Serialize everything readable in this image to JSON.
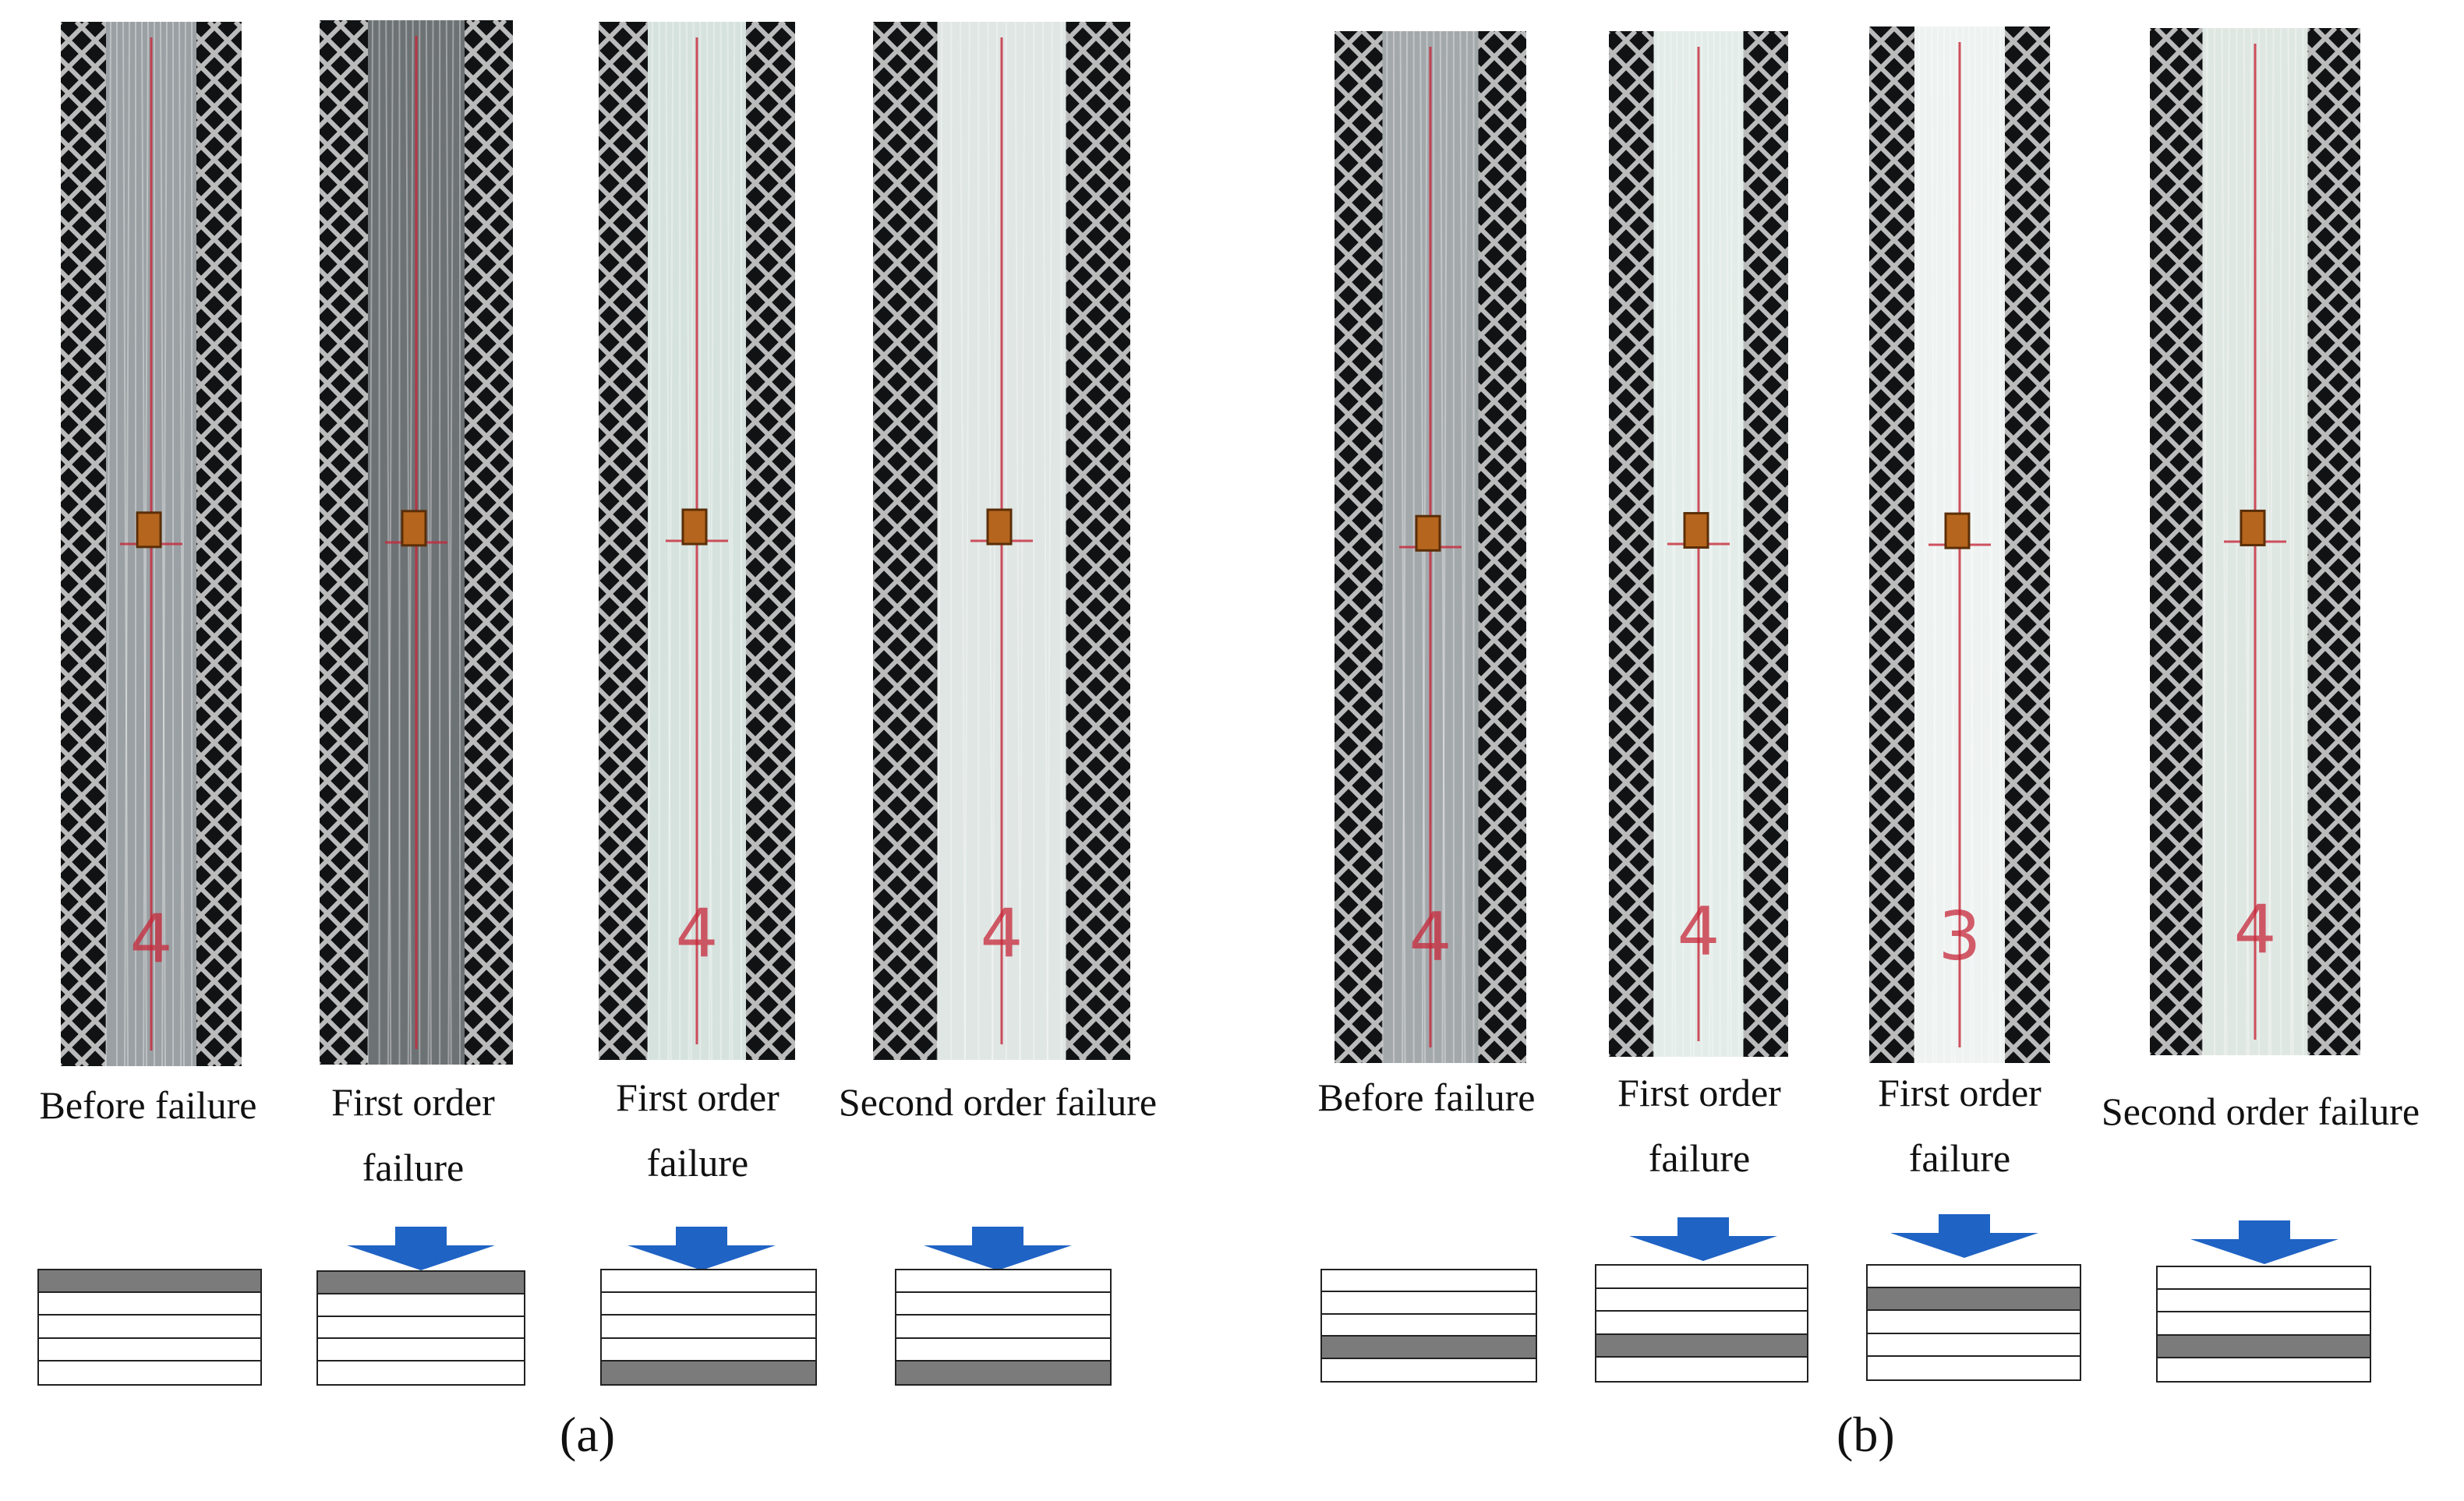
{
  "figure": {
    "panels": [
      {
        "label": "(a)",
        "specimens": [
          {
            "caption_lines": [
              "Before failure"
            ],
            "strip_number": "4",
            "strip_tone": "#9aa0a3",
            "damaged_layers": [
              1
            ]
          },
          {
            "caption_lines": [
              "First order",
              "failure"
            ],
            "strip_number": "",
            "strip_tone": "#6d7275",
            "damaged_layers": [
              1
            ]
          },
          {
            "caption_lines": [
              "First order",
              "failure"
            ],
            "strip_number": "4",
            "strip_tone": "#d6e2de",
            "damaged_layers": [
              5
            ]
          },
          {
            "caption_lines": [
              "Second order failure"
            ],
            "strip_number": "4",
            "strip_tone": "#dfe6e4",
            "damaged_layers": [
              5
            ]
          }
        ]
      },
      {
        "label": "(b)",
        "specimens": [
          {
            "caption_lines": [
              "Before failure"
            ],
            "strip_number": "4",
            "strip_tone": "#a3a8ab",
            "damaged_layers": [
              4
            ]
          },
          {
            "caption_lines": [
              "First order",
              "failure"
            ],
            "strip_number": "4",
            "strip_tone": "#e3ece8",
            "damaged_layers": [
              4
            ]
          },
          {
            "caption_lines": [
              "First order",
              "failure"
            ],
            "strip_number": "3",
            "strip_tone": "#eef3f2",
            "damaged_layers": [
              2
            ]
          },
          {
            "caption_lines": [
              "Second order failure"
            ],
            "strip_number": "4",
            "strip_tone": "#dfe7e3",
            "damaged_layers": [
              4
            ]
          }
        ]
      }
    ],
    "colors": {
      "load_arrow": "#1f63c4",
      "damaged_layer": "#7b7b7b",
      "mesh": "#d9d9d9",
      "marker_line": "#c8283a",
      "strain_gauge": "#b5651d"
    }
  }
}
